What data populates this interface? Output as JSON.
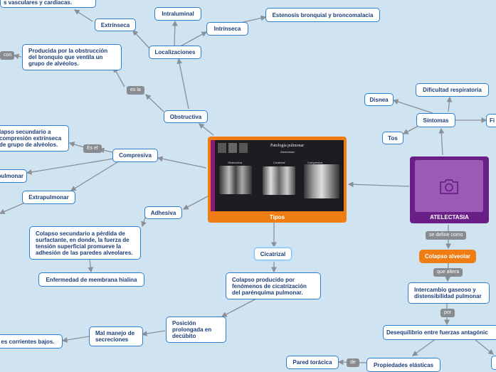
{
  "nodes": {
    "vasculares": "s vasculares y cardiacas.",
    "intraluminal": "Intraluminal",
    "estenosis": "Estenosis bronquial y broncomalacia",
    "extrinseca": "Extrínseca",
    "intrinseca": "Intrínseca",
    "localizaciones": "Localizaciones",
    "con": "con",
    "producida": "Producida por la obstrucción del bronquio que ventila un grupo de alvéolos.",
    "es_la": "es la",
    "obstructiva": "Obstructiva",
    "colapso_secundario_a": "lapso secundario a compresión extrínseca de grupo de alvéolos.",
    "es_el": "Es el",
    "compresiva": "Compresiva",
    "pulmonar": "pulmonar",
    "extrapulmonar": "Extrapulmonar",
    "adhesiva": "Adhesiva",
    "colapso_perdida": "Colapso secundario a pérdida de surfactante, en donde, la fuerza de tensión superficial promueve la adhesión de las paredes alveolares.",
    "membrana": "Enfermedad de membrana hialina",
    "tipos": "Tipos",
    "cicatrizal": "Cicatrizal",
    "colapso_cicatrizacion": "Colapso producido por fenómenos de cicatrización del parénquima pulmonar.",
    "posicion": "Posición prolongada en decúbito",
    "manejo": "Mal manejo de secreciones",
    "corrientes": "es corrientes bajos.",
    "disnea": "Disnea",
    "dificultad": "Dificultad respiratoria",
    "sintomas": "Síntomas",
    "fi": "Fi",
    "tos": "Tos",
    "atelectasia": "ATELECTASIA",
    "se_define": "se define como",
    "colapso_alveolar": "Colapso alveolar",
    "que_altera": "que altera",
    "intercambio": "Intercambio gaseoso y distensibilidad pulmonar",
    "por": "por",
    "desequilibrio": "Desequilibrio entre fuerzas antagónic",
    "pared": "Pared torácica",
    "de": "de",
    "propiedades": "Propiedades elásticas"
  },
  "slide": {
    "title": "Patología pulmonar",
    "subtitle": "Atelectasia",
    "labels": [
      "Obstructiva",
      "Cicatrizal",
      "Compresiva"
    ]
  },
  "icons": {
    "camera": "camera-icon"
  },
  "colors": {
    "background": "#cfe3f1",
    "node_border": "#2b7fcf",
    "node_text": "#1d3f7a",
    "orange": "#f07d14",
    "purple": "#6a1f86",
    "connector": "#8a9096"
  }
}
